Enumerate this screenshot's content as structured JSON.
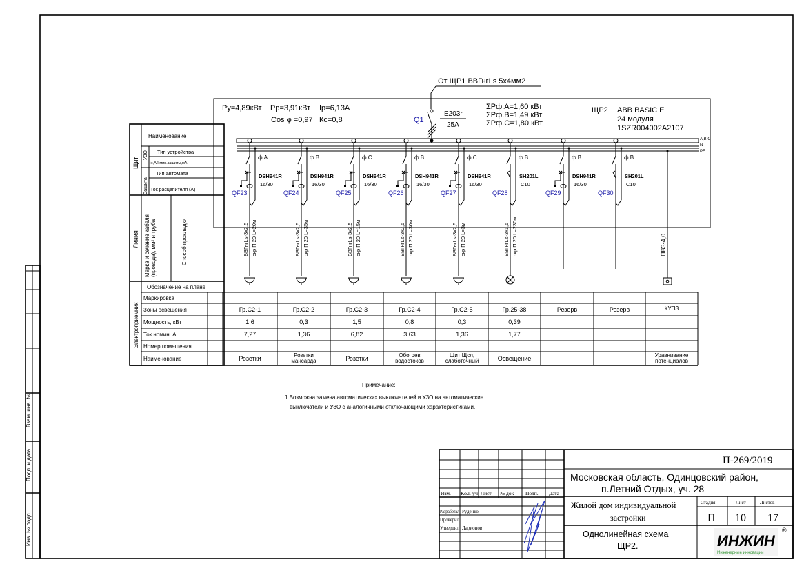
{
  "supply": {
    "label": "От ЩР1 ВВГнгLs 5х4мм2"
  },
  "panel": {
    "py": "Py=4,89кВт",
    "pp": "Pp=3,91кВт",
    "ip": "Ip=6,13A",
    "cos": "Cos φ =0,97",
    "kc": "Кс=0,8",
    "main_breaker": {
      "id": "Q1",
      "type": "E203r",
      "rating": "25A"
    },
    "phase_a": "ΣPф.A=1,60  кВт",
    "phase_b": "ΣPф.B=1,49  кВт",
    "phase_c": "ΣPф.C=1,80  кВт",
    "name": "ЩР2",
    "model": "ABB BASIC E",
    "modules": "24 модуля",
    "article": "1SZR004002A2107",
    "bus_abc": "A,B,C",
    "bus_n": "N",
    "bus_pe": "PE"
  },
  "left_header": {
    "shield": "Щит",
    "name": "Наименование",
    "uzo": "УЗО",
    "device_type": "Тип устройства",
    "leak": "Iн,А/I мин.защиты,мА",
    "protection": "Защита",
    "breaker_type": "Тип автомата",
    "trip_current": "Ток расцепителя (А)",
    "line": "Линия",
    "cable": "Марка и сечение кабеля (провода), мм² и труба",
    "laying": "Способ прокладки",
    "receiver": "Электроприемник",
    "plan_mark": "Обозначение на плане",
    "marking": "Маркировка",
    "zones": "Зоны освещения",
    "power": "Мощность, кВт",
    "current": "Ток номин. А",
    "room": "Номер помещения",
    "naming": "Наименование"
  },
  "feeders": [
    {
      "qf": "QF23",
      "phase": "ф.A",
      "device": "DSH941R",
      "rating": "16/30",
      "rcbo": true,
      "cable": "ВВГнгLs-3х2,5",
      "laying": "скр,П.20  L=20м",
      "load": "socket",
      "zone": "Гр.С2-1",
      "power": "1,6",
      "current": "7,27",
      "name": "Розетки"
    },
    {
      "qf": "QF24",
      "phase": "ф.B",
      "device": "DSH941R",
      "rating": "16/30",
      "rcbo": true,
      "cable": "ВВГнгLs-3х2,5",
      "laying": "скр,П.20  L=35м",
      "load": "socket",
      "zone": "Гр.С2-2",
      "power": "0,3",
      "current": "1,36",
      "name": "Розетки мансарда"
    },
    {
      "qf": "QF25",
      "phase": "ф.C",
      "device": "DSH941R",
      "rating": "16/30",
      "rcbo": true,
      "cable": "ВВГнгLs-3х2,5",
      "laying": "скр,П.20  L=15м",
      "load": "socket",
      "zone": "Гр.С2-3",
      "power": "1,5",
      "current": "6,82",
      "name": "Розетки"
    },
    {
      "qf": "QF26",
      "phase": "ф.B",
      "device": "DSH941R",
      "rating": "16/30",
      "rcbo": true,
      "cable": "ВВГнгLs-3х2,5",
      "laying": "скр,П.20  L=30м",
      "load": "socket",
      "zone": "Гр.С2-4",
      "power": "0,8",
      "current": "3,63",
      "name": "Обогрев водостоков"
    },
    {
      "qf": "QF27",
      "phase": "ф.C",
      "device": "DSH941R",
      "rating": "16/30",
      "rcbo": true,
      "cable": "ВВГнгLs-3х2,5",
      "laying": "скр,П.20  L=3м",
      "load": "socket",
      "zone": "Гр.С2-5",
      "power": "0,3",
      "current": "1,36",
      "name": "Щит Щсл, слаботочный"
    },
    {
      "qf": "QF28",
      "phase": "ф.B",
      "device": "SH201L",
      "rating": "C10",
      "rcbo": false,
      "cable": "ВВГнгLs-3х1,5",
      "laying": "скр,П.20  L=230м",
      "load": "lamp",
      "zone": "Гр.25-38",
      "power": "0,39",
      "current": "1,77",
      "name": "Освещение"
    },
    {
      "qf": "QF29",
      "phase": "ф.B",
      "device": "DSH941R",
      "rating": "16/30",
      "rcbo": true,
      "cable": "",
      "laying": "",
      "load": "none",
      "zone": "Резерв",
      "power": "",
      "current": "",
      "name": ""
    },
    {
      "qf": "QF30",
      "phase": "ф.B",
      "device": "SH201L",
      "rating": "C10",
      "rcbo": false,
      "cable": "",
      "laying": "",
      "load": "none",
      "zone": "Резерв",
      "power": "",
      "current": "",
      "name": ""
    }
  ],
  "pe_feeder": {
    "cable": "ПВЗ-4,0",
    "zone": "КУПЗ",
    "name": "Уравнивание потенциалов"
  },
  "note": {
    "title": "Примечание:",
    "line1": "1.Возможна замена автоматических выключателей и УЗО на автоматические",
    "line2": "выключатели и УЗО с аналогичными отключающими характеристиками."
  },
  "side_stamps": {
    "replace": "Взам. инв. №",
    "sign_date": "Подп. и дата",
    "inv": "Инв. № подл."
  },
  "title_block": {
    "code": "П-269/2019",
    "address1": "Московская область, Одинцовский район,",
    "address2": "п.Летний Отдых, уч. 28",
    "object1": "Жилой дом индивидуальной",
    "object2": "застройки",
    "sheet_title1": "Однолинейная схема",
    "sheet_title2": "ЩР2.",
    "cols": {
      "izm": "Изм.",
      "kol": "Кол. уч",
      "list": "Лист",
      "ndok": "№ док",
      "podp": "Подп.",
      "data": "Дата"
    },
    "roles": {
      "dev": "Разработал",
      "check": "Проверил",
      "approve": "Утвердил"
    },
    "names": {
      "dev": "Руденко",
      "approve": "Ларионов"
    },
    "stage_label": "Стадия",
    "sheet_label": "Лист",
    "sheets_label": "Листов",
    "stage": "П",
    "sheet": "10",
    "sheets": "17",
    "logo": "ИНЖИН",
    "logo_sub": "Инженерные инновации"
  }
}
